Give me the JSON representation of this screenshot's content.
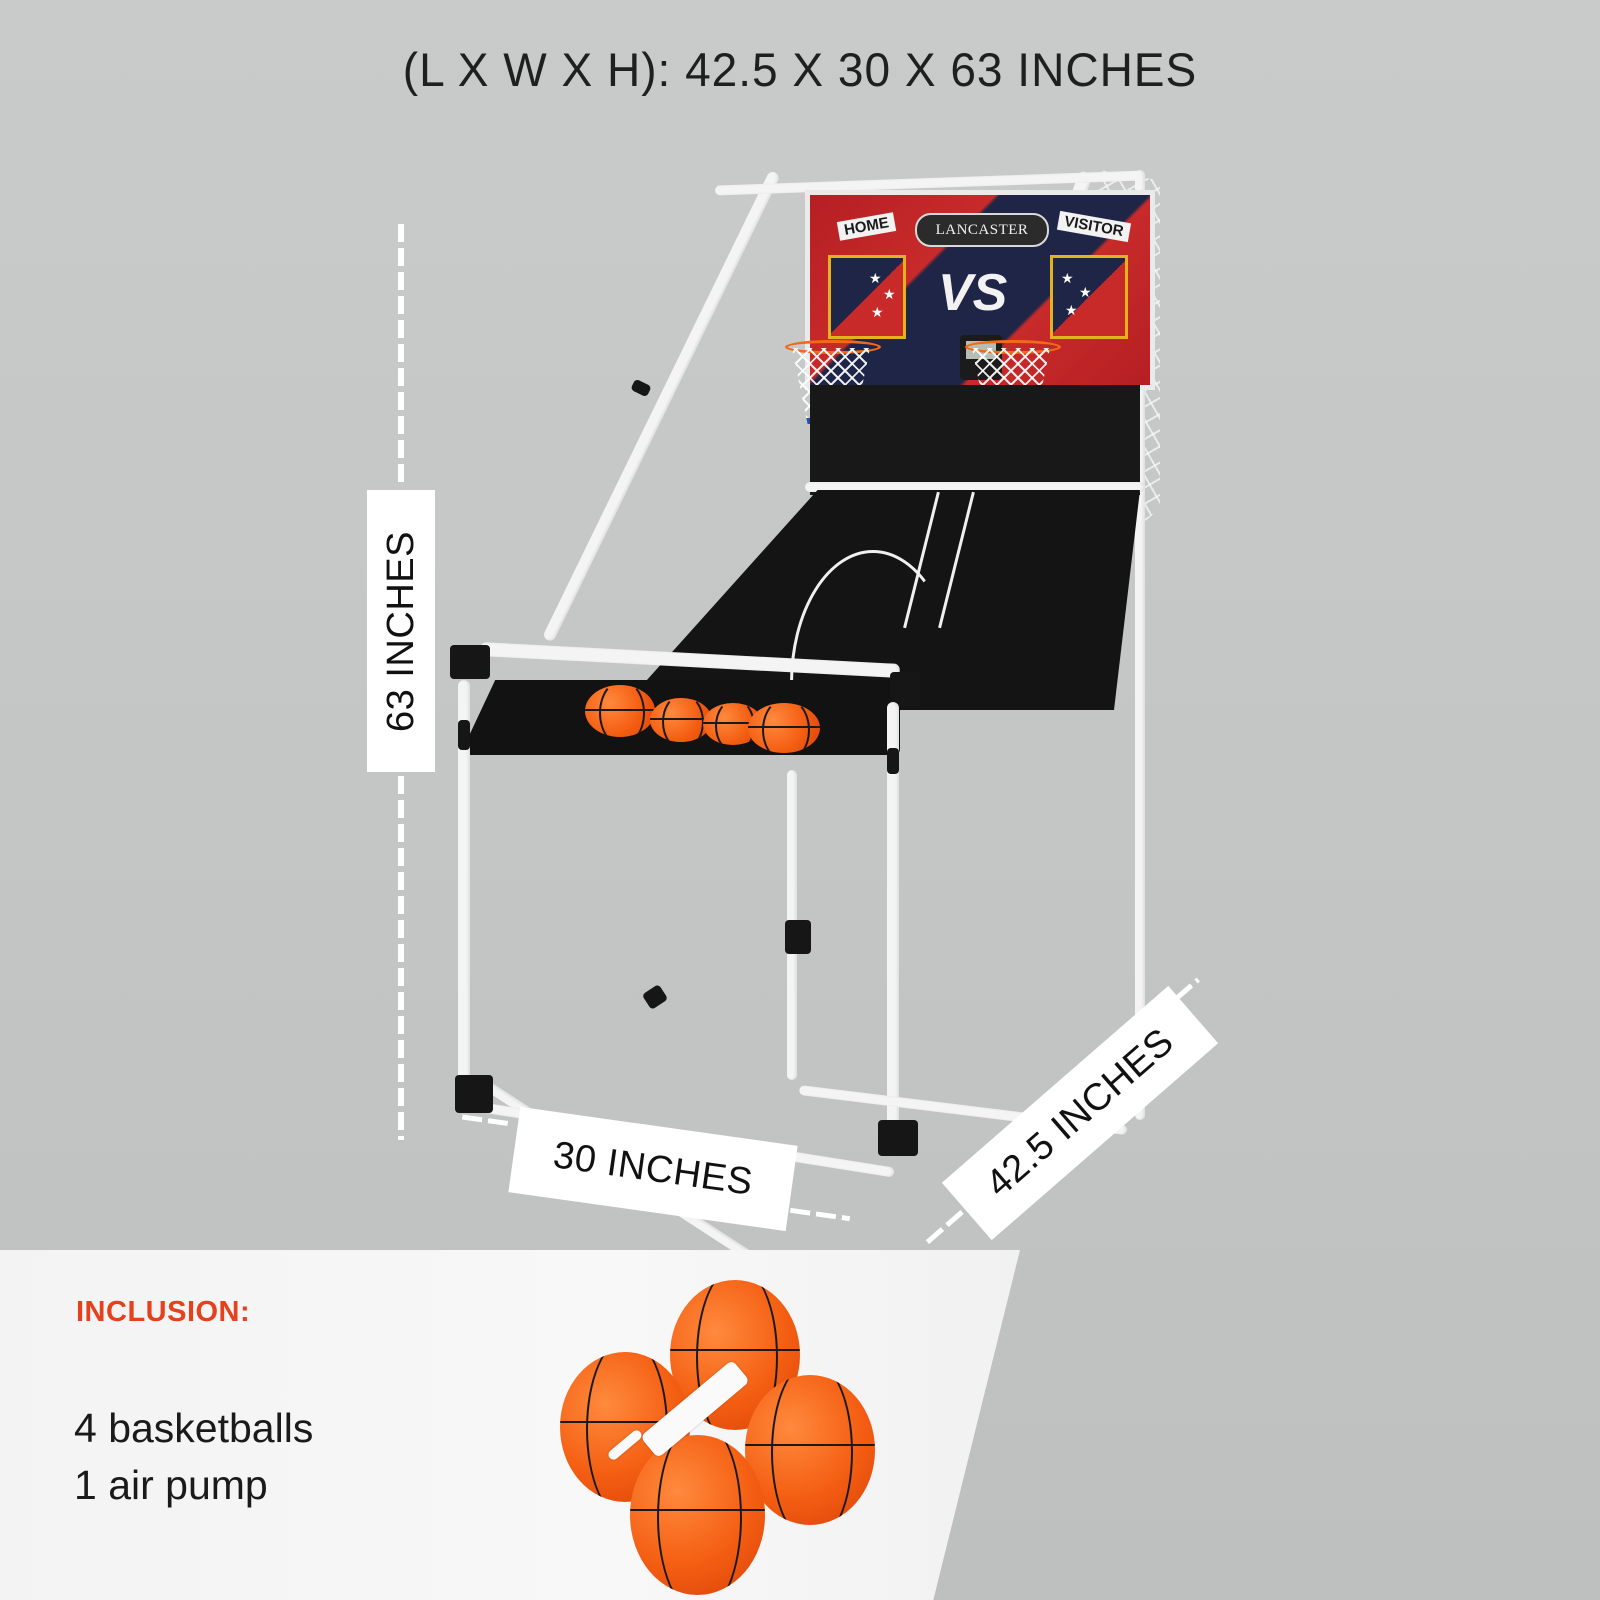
{
  "header": {
    "title": "(L X W X H): 42.5 X 30 X 63 INCHES"
  },
  "dimensions": {
    "height_label": "63 INCHES",
    "width_label": "30 INCHES",
    "length_label": "42.5 INCHES"
  },
  "product": {
    "backboard": {
      "brand": "LANCASTER",
      "left_label": "HOME",
      "right_label": "VISITOR",
      "center_text": "VS"
    },
    "colors": {
      "backboard_red": "#c82a2a",
      "backboard_navy": "#1f2547",
      "panel_border_yellow": "#e3b21c",
      "rim_orange": "#f06a1a",
      "ball_orange": "#f45e12",
      "frame_white": "#f4f4f4",
      "frame_black": "#161616"
    }
  },
  "inclusion": {
    "title": "INCLUSION:",
    "items": [
      "4 basketballs",
      "1 air pump"
    ],
    "title_color": "#e4411c"
  }
}
